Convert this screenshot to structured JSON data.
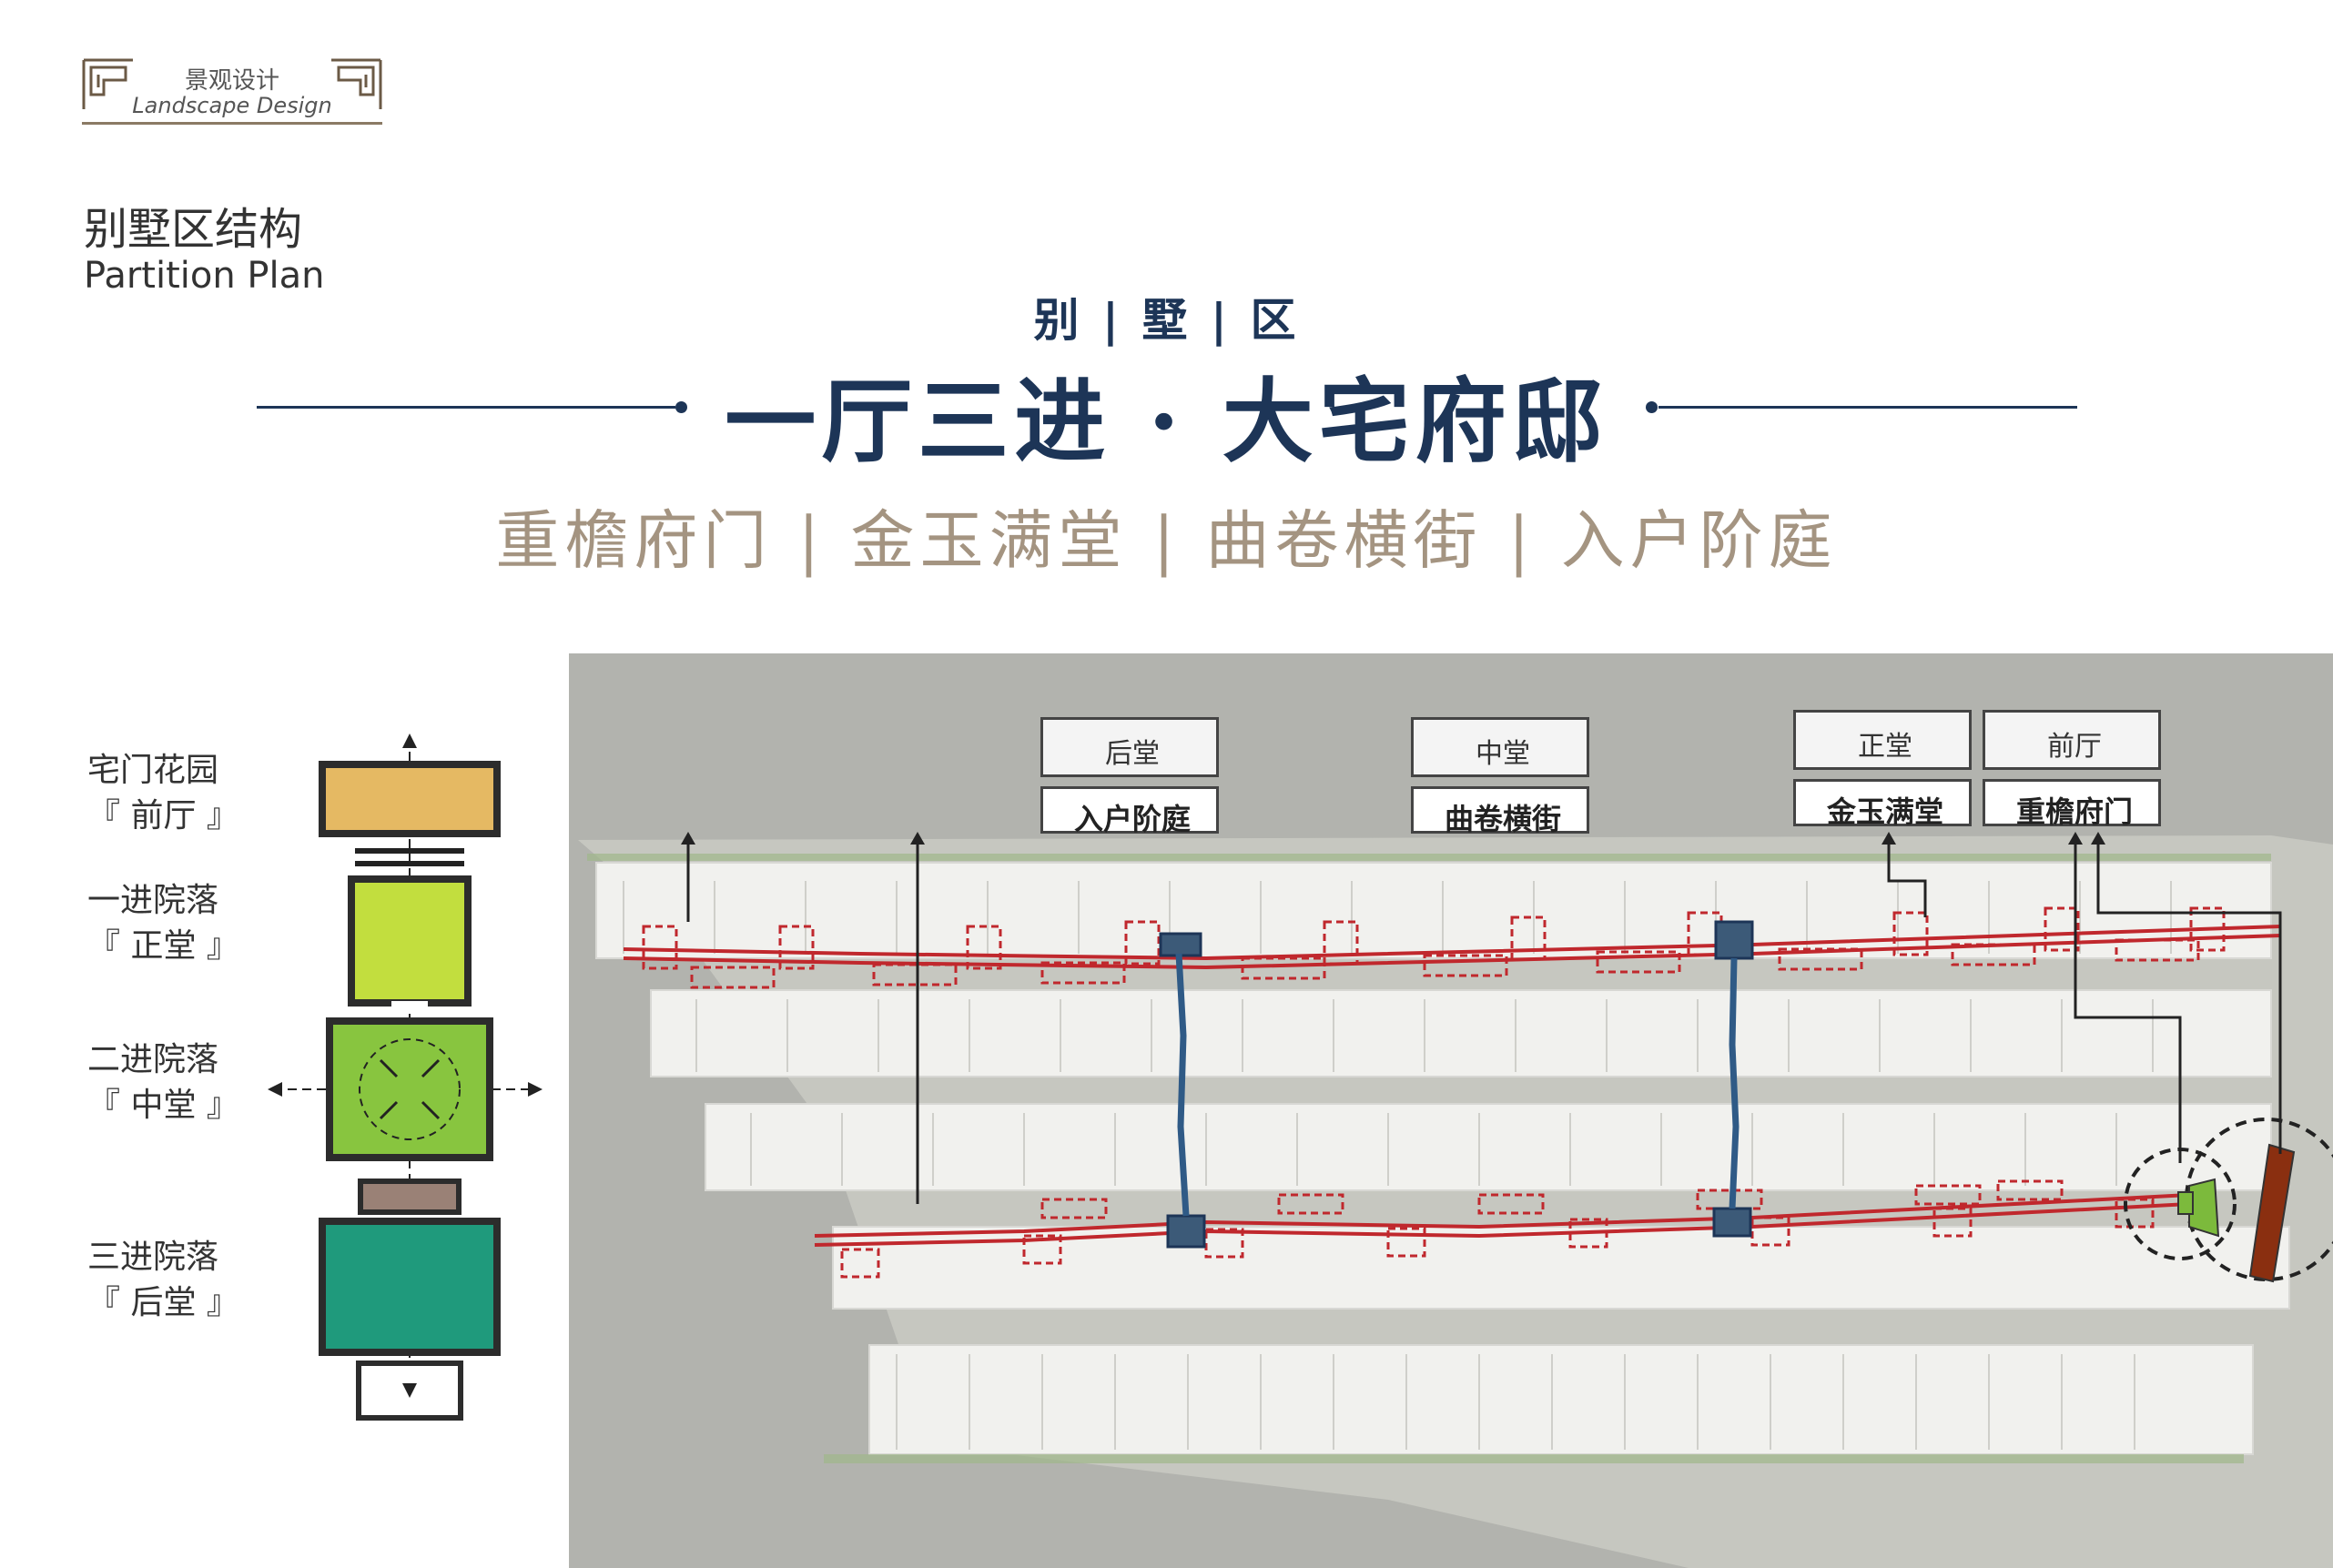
{
  "header": {
    "logo_cn": "景观设计",
    "logo_en": "Landscape Design"
  },
  "section": {
    "title_cn": "别墅区结构",
    "title_en": "Partition Plan"
  },
  "title": {
    "sub": "别 | 墅 | 区",
    "main": "一厅三进 · 大宅府邸"
  },
  "tagline": "重檐府门 | 金玉满堂 | 曲卷横街 | 入户阶庭",
  "legend": [
    {
      "line1": "宅门花园",
      "line2": "『 前厅 』",
      "color": "#e5b963"
    },
    {
      "line1": "一进院落",
      "line2": "『 正堂 』",
      "color": "#c2de3e"
    },
    {
      "line1": "二进院落",
      "line2": "『 中堂 』",
      "color": "#88c53f"
    },
    {
      "line1": "三进院落",
      "line2": "『 后堂 』",
      "color": "#1f9a7c"
    }
  ],
  "map_labels": [
    {
      "hall": "后堂",
      "name": "入户阶庭"
    },
    {
      "hall": "中堂",
      "name": "曲卷横街"
    },
    {
      "hall": "正堂",
      "name": "金玉满堂"
    },
    {
      "hall": "前厅",
      "name": "重檐府门"
    }
  ],
  "colors": {
    "navy": "#1d3557",
    "taupe": "#a49481",
    "path_red": "#c0282d",
    "entry_green": "#7cba3c",
    "entry_brown": "#8a2f10"
  }
}
